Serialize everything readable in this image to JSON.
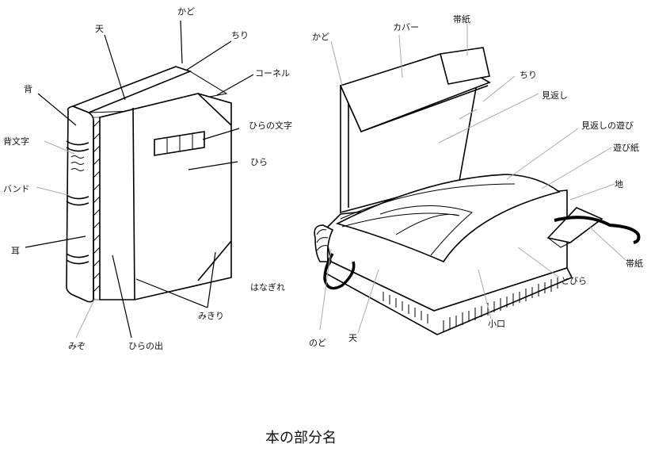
{
  "caption": "本の部分名",
  "left_labels": {
    "kado": "かど",
    "ten": "天",
    "chiri": "ちり",
    "se": "背",
    "corner": "コーネル",
    "semoji": "背文字",
    "hiramoji": "ひらの文字",
    "hira": "ひら",
    "band": "バンド",
    "mimi": "耳",
    "hanagire": "はなぎれ",
    "mikiri": "みきり",
    "mizo": "みぞ",
    "hiranode": "ひらの出"
  },
  "right_labels": {
    "kado": "かど",
    "cover": "カバー",
    "obi_top": "帯紙",
    "chiri": "ちり",
    "mikaeshi": "見返し",
    "mikaeshi_asobi": "見返しの遊び",
    "asobigami": "遊び紙",
    "chi": "地",
    "obi_bottom": "帯紙",
    "tobira": "とびら",
    "koguchi": "小口",
    "ten": "天",
    "nodo": "のど"
  }
}
